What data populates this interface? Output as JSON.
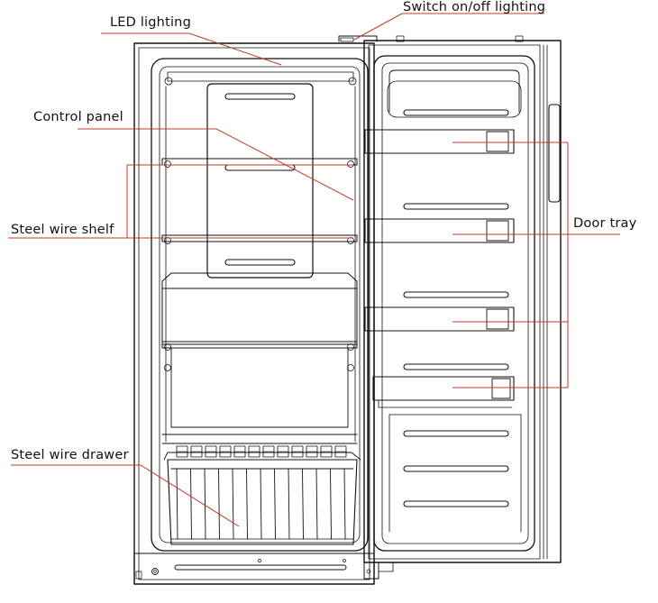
{
  "labels": {
    "led_lighting": "LED lighting",
    "switch_lighting": "Switch on/off lighting",
    "control_panel": "Control panel",
    "steel_wire_shelf": "Steel wire shelf",
    "door_tray": "Door tray",
    "steel_wire_drawer": "Steel wire drawer"
  },
  "colors": {
    "leader_line": "#c0392b",
    "outline": "#111111"
  }
}
